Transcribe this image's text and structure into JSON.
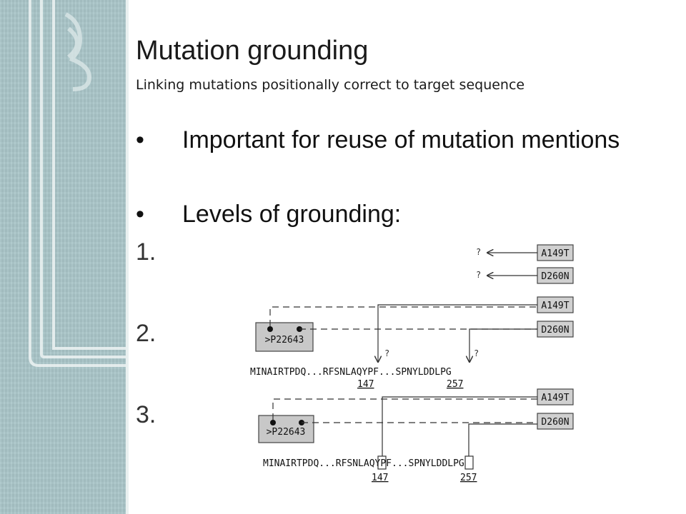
{
  "slide": {
    "title": "Mutation grounding",
    "subtitle": "Linking mutations positionally correct to target sequence",
    "bullets": [
      "Important for reuse of mutation mentions",
      "Levels of grounding:"
    ],
    "bullet_symbol": "•",
    "levels": [
      "1.",
      "2.",
      "3."
    ]
  },
  "diagram": {
    "mutations": [
      "A149T",
      "D260N"
    ],
    "protein_id": ">P22643",
    "sequence": "MINAIRTPDQ...RFSNLAQYPF...SPNYLDDLPG",
    "positions": [
      "147",
      "257"
    ],
    "question_mark": "?"
  }
}
